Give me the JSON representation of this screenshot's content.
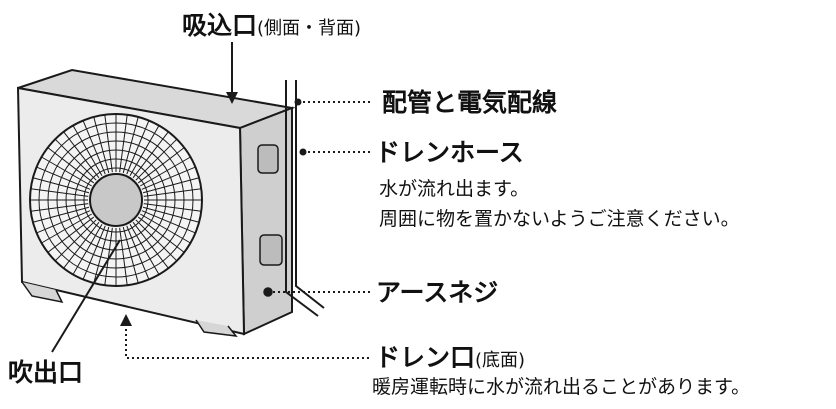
{
  "labels": {
    "intake": {
      "title": "吸込口",
      "note": "(側面・背面)"
    },
    "piping": {
      "title": "配管と電気配線"
    },
    "drain_hose": {
      "title": "ドレンホース",
      "desc1": "水が流れ出ます。",
      "desc2": "周囲に物を置かないようご注意ください。"
    },
    "earth_screw": {
      "title": "アースネジ"
    },
    "drain_port": {
      "title": "ドレン口",
      "note": "(底面)",
      "desc": "暖房運転時に水が流れ出ることがあります。"
    },
    "outlet": {
      "title": "吹出口"
    }
  },
  "colors": {
    "line": "#1a1a1a",
    "unit_face": "#e9e9e9",
    "unit_top": "#d9d9d9",
    "unit_side": "#cfcfcf",
    "fan_center": "#c8c8c8"
  }
}
